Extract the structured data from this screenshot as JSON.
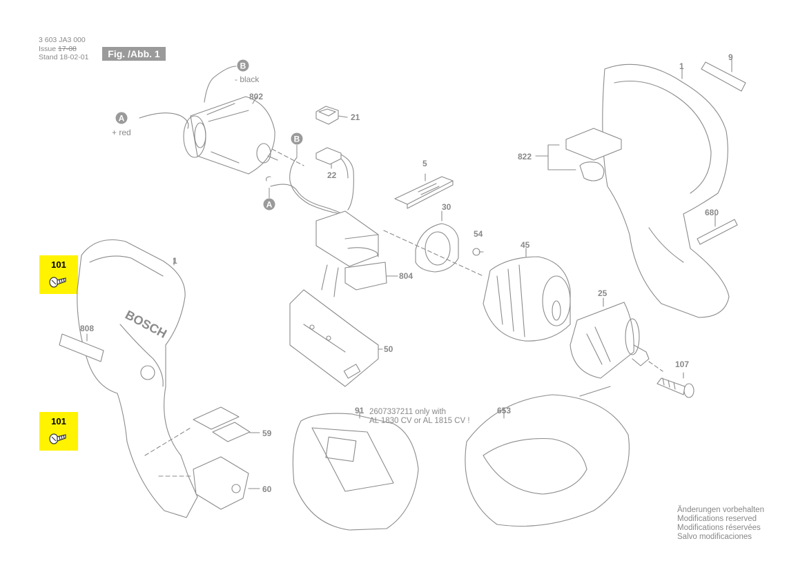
{
  "header": {
    "doc_number": "3 603 JA3 000",
    "issue_label": "Issue",
    "issue_value": "17-08",
    "stand_label": "Stand",
    "stand_value": "18-02-01",
    "fig_label": "Fig. /Abb. 1"
  },
  "connectors": {
    "b_top": "B",
    "b_top_note": "- black",
    "a_left": "A",
    "a_left_note": "+ red",
    "b_mid": "B",
    "a_mid": "A"
  },
  "parts": {
    "p802": "802",
    "p21": "21",
    "p22": "22",
    "p5": "5",
    "p30": "30",
    "p54": "54",
    "p804": "804",
    "p50": "50",
    "p45": "45",
    "p25": "25",
    "p107": "107",
    "p1_right": "1",
    "p9": "9",
    "p822": "822",
    "p680": "680",
    "p1_left": "1",
    "p808": "808",
    "p59": "59",
    "p60": "60",
    "p91": "91",
    "p653": "653"
  },
  "highlights": [
    {
      "label": "101"
    },
    {
      "label": "101"
    }
  ],
  "battery_note": {
    "line1": "2607337211 only with",
    "line2": "AL 1830 CV or AL 1815 CV !"
  },
  "housing_text": {
    "brand": "BOSCH"
  },
  "footer_notes": [
    "Änderungen vorbehalten",
    "Modifications reserved",
    "Modifications réservées",
    "Salvo modificaciones"
  ],
  "colors": {
    "line": "#8a8a8a",
    "label": "#888888",
    "highlight": "#fff300",
    "badge": "#9a9a9a"
  }
}
